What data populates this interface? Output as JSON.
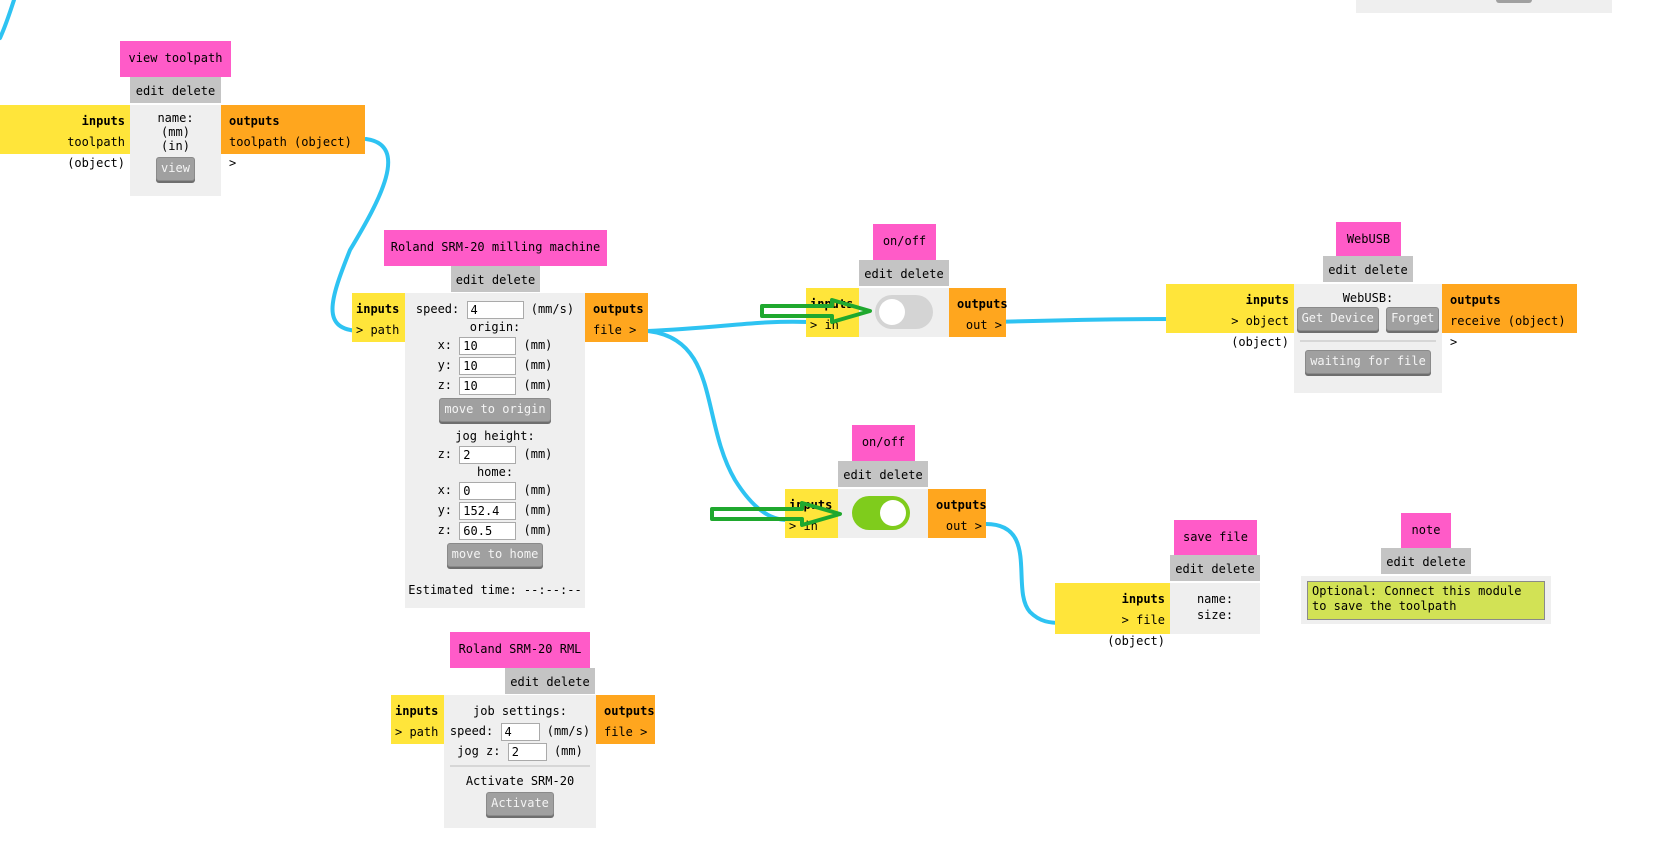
{
  "common": {
    "edit_delete": "edit delete",
    "inputs": "inputs",
    "outputs": "outputs"
  },
  "view_toolpath": {
    "title": "view toolpath",
    "input": "toolpath (object)",
    "output": "toolpath (object) >",
    "name_label": "name:",
    "mm": "(mm)",
    "in": "(in)",
    "view_button": "view"
  },
  "srm20": {
    "title": "Roland SRM-20 milling machine",
    "input": "> path",
    "output": "file >",
    "speed_label": "speed:",
    "speed_value": "4",
    "speed_unit": "(mm/s)",
    "origin_label": "origin:",
    "origin_x_label": "x:",
    "origin_x": "10",
    "origin_y_label": "y:",
    "origin_y": "10",
    "origin_z_label": "z:",
    "origin_z": "10",
    "mm_unit": "(mm)",
    "move_origin_button": "move to origin",
    "jog_height_label": "jog height:",
    "jog_z_label": "z:",
    "jog_z": "2",
    "home_label": "home:",
    "home_x_label": "x:",
    "home_x": "0",
    "home_y_label": "y:",
    "home_y": "152.4",
    "home_z_label": "z:",
    "home_z": "60.5",
    "move_home_button": "move to home",
    "estimated_time": "Estimated time: --:--:--"
  },
  "rml": {
    "title": "Roland SRM-20 RML",
    "input": "> path",
    "output": "file >",
    "job_settings_label": "job settings:",
    "speed_label": "speed:",
    "speed_value": "4",
    "speed_unit": "(mm/s)",
    "jog_z_label": "jog z:",
    "jog_z_value": "2",
    "jog_unit": "(mm)",
    "activate_label": "Activate SRM-20",
    "activate_button": "Activate"
  },
  "onoff1": {
    "title": "on/off",
    "input_label": "inputs",
    "input": "> in",
    "output": "out >",
    "state": "off",
    "track_color": "#d4d4d4"
  },
  "onoff2": {
    "title": "on/off",
    "input_label": "inputs",
    "input": "> in",
    "output": "out >",
    "state": "on",
    "track_color": "#7fcc1c"
  },
  "webusb": {
    "title": "WebUSB",
    "input": "> object (object)",
    "output": "receive (object) >",
    "label": "WebUSB:",
    "get_device_button": "Get Device",
    "forget_button": "Forget",
    "status_button": "waiting for file"
  },
  "save_file": {
    "title": "save file",
    "input": "> file (object)",
    "name_label": "name:",
    "size_label": "size:"
  },
  "note": {
    "title": "note",
    "text": "Optional: Connect this module to save the toolpath"
  },
  "colors": {
    "wire": "#2ec3f2",
    "arrow": "#1fa82e",
    "title": "#ff5bc8",
    "inputs": "#ffe53a",
    "outputs": "#ffa61e"
  }
}
